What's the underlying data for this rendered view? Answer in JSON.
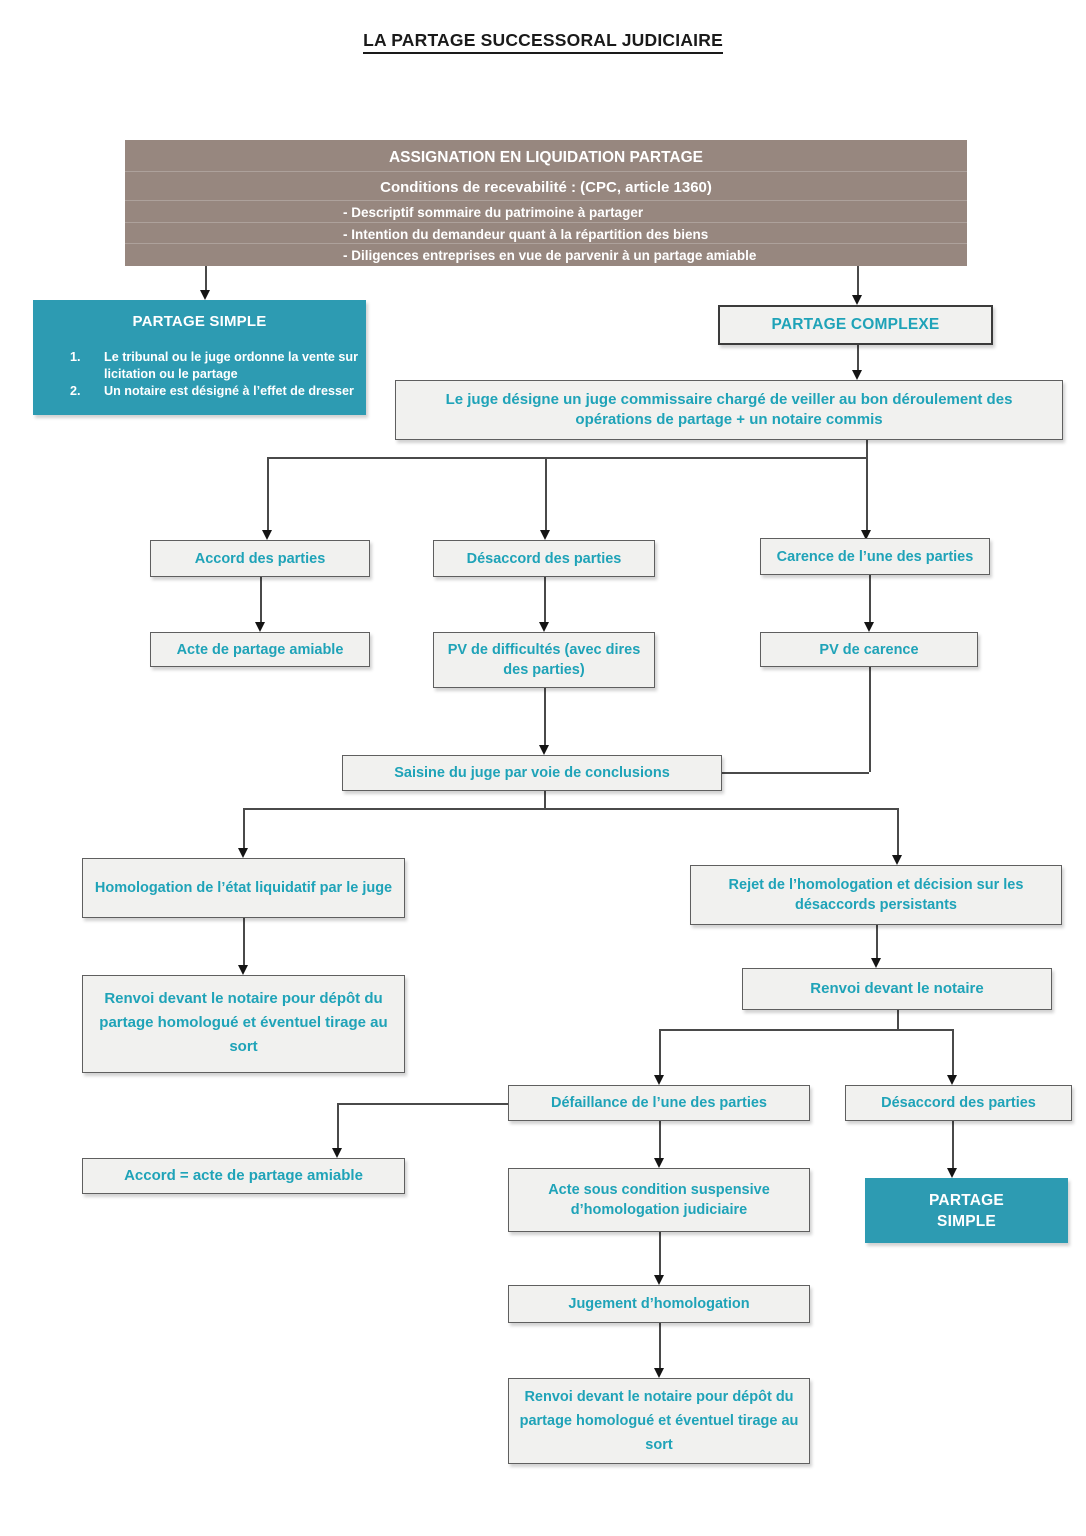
{
  "page_title": "LA PARTAGE SUCCESSORAL JUDICIAIRE",
  "colors": {
    "teal_fill": "#2D9BB2",
    "teal_text": "#1FA3B8",
    "brown_fill": "#97877F",
    "node_fill": "#F1F1EF",
    "line": "#4A4A4A"
  },
  "header_box": {
    "title": "ASSIGNATION EN LIQUIDATION PARTAGE",
    "subtitle": "Conditions de recevabilité : (CPC, article 1360)",
    "bullets": [
      "- Descriptif sommaire du patrimoine à partager",
      "- Intention du demandeur quant à la répartition des biens",
      "- Diligences entreprises en vue de parvenir à un partage amiable"
    ]
  },
  "partage_simple_box": {
    "title": "PARTAGE SIMPLE",
    "items": [
      {
        "num": "1.",
        "text": "Le tribunal ou le juge ordonne la vente sur licitation ou le partage"
      },
      {
        "num": "2.",
        "text": "Un notaire est désigné à l’effet de dresser"
      }
    ]
  },
  "nodes": {
    "partage_complexe": "PARTAGE COMPLEXE",
    "juge_commissaire": "Le juge désigne un juge commissaire chargé de veiller au bon déroulement des opérations de partage + un notaire commis",
    "accord_parties": "Accord des parties",
    "desaccord_parties": "Désaccord des parties",
    "carence_parties": "Carence de l’une des parties",
    "acte_partage_amiable": "Acte de partage amiable",
    "pv_difficultes": "PV de difficultés (avec dires des parties)",
    "pv_carence": "PV de carence",
    "saisine_juge": "Saisine du juge par voie de conclusions",
    "homologation_etat_liquidatif": "Homologation de l’état liquidatif par le juge",
    "rejet_homologation": "Rejet de l’homologation et décision sur les désaccords persistants",
    "renvoi_notaire_depot": "Renvoi devant le notaire pour dépôt du partage homologué et éventuel tirage au sort",
    "renvoi_notaire": "Renvoi devant le notaire",
    "defaillance_partie": "Défaillance de l’une des parties",
    "desaccord_parties_2": "Désaccord des parties",
    "accord_acte_amiable": "Accord = acte de partage amiable",
    "acte_condition_suspensive": "Acte sous condition suspensive d’homologation judiciaire",
    "partage_simple_final": "PARTAGE\nSIMPLE",
    "jugement_homologation": "Jugement d’homologation",
    "renvoi_notaire_depot_2": "Renvoi devant le notaire pour dépôt du partage homologué et éventuel tirage au sort"
  }
}
